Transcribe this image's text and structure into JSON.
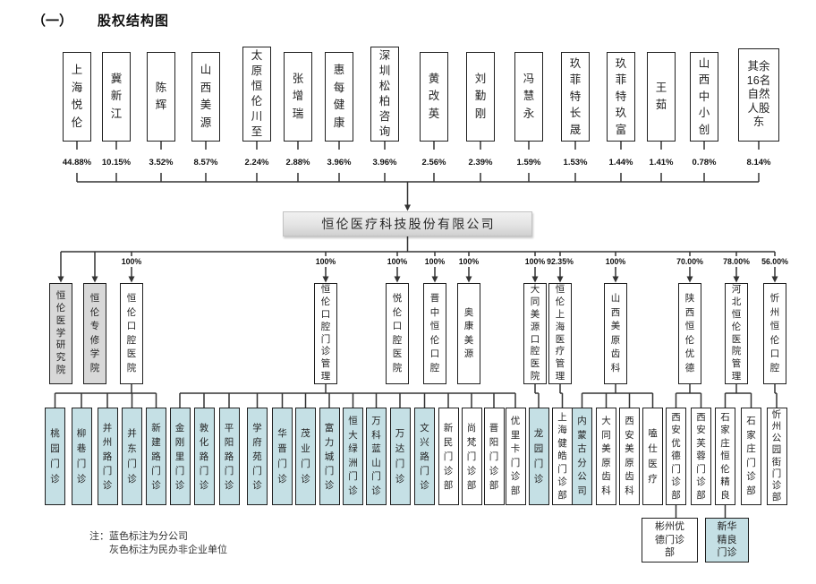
{
  "title": {
    "index": "（一）",
    "text": "股权结构图"
  },
  "company": {
    "name": "恒伦医疗科技股份有限公司"
  },
  "shareholders": [
    {
      "name": "上海悦伦",
      "pct": "44.88%"
    },
    {
      "name": "冀新江",
      "pct": "10.15%"
    },
    {
      "name": "陈辉",
      "pct": "3.52%"
    },
    {
      "name": "山西美源",
      "pct": "8.57%"
    },
    {
      "name": "太原恒伦川至",
      "pct": "2.24%"
    },
    {
      "name": "张增瑞",
      "pct": "2.88%"
    },
    {
      "name": "惠每健康",
      "pct": "3.96%"
    },
    {
      "name": "深圳松柏咨询",
      "pct": "3.96%"
    },
    {
      "name": "黄改英",
      "pct": "2.56%"
    },
    {
      "name": "刘勤刚",
      "pct": "2.39%"
    },
    {
      "name": "冯慧永",
      "pct": "1.59%"
    },
    {
      "name": "玖菲特长晟",
      "pct": "1.53%"
    },
    {
      "name": "玖菲特玖富",
      "pct": "1.44%"
    },
    {
      "name": "王茹",
      "pct": "1.41%"
    },
    {
      "name": "山西中小创",
      "pct": "0.78%"
    },
    {
      "name": "其余16名自然人股东",
      "pct": "8.14%"
    }
  ],
  "subsidiaries": [
    {
      "name": "恒伦医学研究院",
      "pct": "",
      "type": "gray"
    },
    {
      "name": "恒伦专修学院",
      "pct": "",
      "type": "gray"
    },
    {
      "name": "恒伦口腔医院",
      "pct": "100%",
      "type": "white"
    },
    {
      "name": "恒伦口腔门诊管理",
      "pct": "100%",
      "type": "white"
    },
    {
      "name": "悦伦口腔医院",
      "pct": "100%",
      "type": "white"
    },
    {
      "name": "晋中恒伦口腔",
      "pct": "100%",
      "type": "white"
    },
    {
      "name": "奥康美源",
      "pct": "100%",
      "type": "white"
    },
    {
      "name": "大同美源口腔医院",
      "pct": "100%",
      "type": "white"
    },
    {
      "name": "恒伦上海医疗管理",
      "pct": "92.35%",
      "type": "white"
    },
    {
      "name": "山西美原齿科",
      "pct": "100%",
      "type": "white"
    },
    {
      "name": "陕西恒伦优德",
      "pct": "70.00%",
      "type": "white"
    },
    {
      "name": "河北恒伦医院管理",
      "pct": "78.00%",
      "type": "white"
    },
    {
      "name": "忻州恒伦口腔",
      "pct": "56.00%",
      "type": "white"
    }
  ],
  "clinics": [
    {
      "name": "桃园门诊",
      "type": "blue"
    },
    {
      "name": "柳巷门诊",
      "type": "blue"
    },
    {
      "name": "并州路门诊",
      "type": "blue"
    },
    {
      "name": "并东门诊",
      "type": "blue"
    },
    {
      "name": "新建路门诊",
      "type": "blue"
    },
    {
      "name": "金刚里门诊",
      "type": "blue"
    },
    {
      "name": "敦化路门诊",
      "type": "blue"
    },
    {
      "name": "平阳路门诊",
      "type": "blue"
    },
    {
      "name": "学府苑门诊",
      "type": "blue"
    },
    {
      "name": "华晋门诊",
      "type": "blue"
    },
    {
      "name": "茂业门诊",
      "type": "blue"
    },
    {
      "name": "富力城门诊",
      "type": "blue"
    },
    {
      "name": "恒大绿洲门诊",
      "type": "blue"
    },
    {
      "name": "万科蓝山门诊",
      "type": "blue"
    },
    {
      "name": "万达门诊",
      "type": "blue"
    },
    {
      "name": "文兴路门诊",
      "type": "blue"
    },
    {
      "name": "新民门诊部",
      "type": "white"
    },
    {
      "name": "尚梵门诊部",
      "type": "white"
    },
    {
      "name": "晋阳门诊部",
      "type": "white"
    },
    {
      "name": "优里卡门诊部",
      "type": "white"
    },
    {
      "name": "龙园门诊",
      "type": "blue"
    },
    {
      "name": "上海健皓门诊部",
      "type": "white"
    },
    {
      "name": "内蒙古分公司",
      "type": "blue"
    },
    {
      "name": "大同美原齿科",
      "type": "white"
    },
    {
      "name": "西安美原齿科",
      "type": "white"
    },
    {
      "name": "嗑仕医疗",
      "type": "white"
    },
    {
      "name": "西安优德门诊部",
      "type": "white"
    },
    {
      "name": "西安芙蓉门诊部",
      "type": "white"
    },
    {
      "name": "石家庄恒伦精良",
      "type": "white"
    },
    {
      "name": "石家庄门诊部",
      "type": "white"
    },
    {
      "name": "忻州公园街门诊部",
      "type": "white"
    }
  ],
  "subclinics": [
    {
      "name": "彬州优德门诊部",
      "type": "white"
    },
    {
      "name": "新华精良门诊",
      "type": "blue"
    }
  ],
  "note": {
    "prefix": "注：",
    "line1": "蓝色标注为分公司",
    "line2": "灰色标注为民办非企业单位"
  },
  "colors": {
    "branch_blue": "#c5e0e5",
    "nonprofit_gray": "#d8d8d8"
  }
}
